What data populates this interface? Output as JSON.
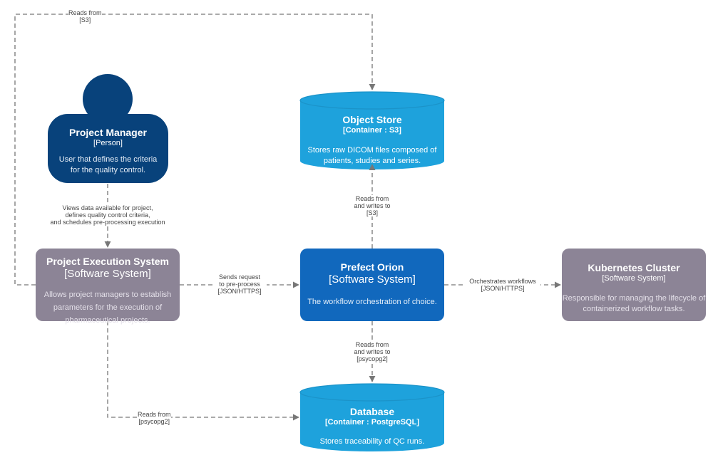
{
  "colors": {
    "person": "#08427b",
    "external_system": "#8c8496",
    "system": "#1168bd",
    "container": "#1ea2dc",
    "arrow": "#777777"
  },
  "nodes": {
    "project_manager": {
      "title": "Project Manager",
      "type": "[Person]",
      "desc_lines": [
        "User that defines the criteria",
        "for the quality control."
      ]
    },
    "object_store": {
      "title": "Object Store",
      "type": "[Container : S3]",
      "desc_lines": [
        "Stores raw DICOM files composed of",
        "patients, studies and series."
      ]
    },
    "project_execution_system": {
      "title": "Project Execution System",
      "type": "[Software System]",
      "desc_lines": [
        "Allows project managers to establish",
        "parameters for the execution of",
        "pharmaceutical projects."
      ]
    },
    "prefect_orion": {
      "title": "Prefect Orion",
      "type": "[Software System]",
      "desc_lines": [
        "The workflow orchestration of choice."
      ]
    },
    "kubernetes_cluster": {
      "title": "Kubernetes Cluster",
      "type": "[Software System]",
      "desc_lines": [
        "Responsible for managing the lifecycle of",
        "containerized workflow tasks."
      ]
    },
    "database": {
      "title": "Database",
      "type": "[Container : PostgreSQL]",
      "desc_lines": [
        "Stores traceability of QC runs."
      ]
    }
  },
  "relations": {
    "pes_to_os": [
      "Reads from",
      "[S3]"
    ],
    "pm_to_pes": [
      "Views data available for project,",
      "defines quality control criteria,",
      "and schedules pre-processing execution"
    ],
    "po_to_os": [
      "Reads from",
      "and writes to",
      "[S3]"
    ],
    "pes_to_po": [
      "Sends request",
      "to pre-process",
      "[JSON/HTTPS]"
    ],
    "po_to_kc": [
      "Orchestrates workflows",
      "[JSON/HTTPS]"
    ],
    "po_to_db": [
      "Reads from",
      "and writes to",
      "[psycopg2]"
    ],
    "pes_to_db": [
      "Reads from",
      "[psycopg2]"
    ]
  }
}
